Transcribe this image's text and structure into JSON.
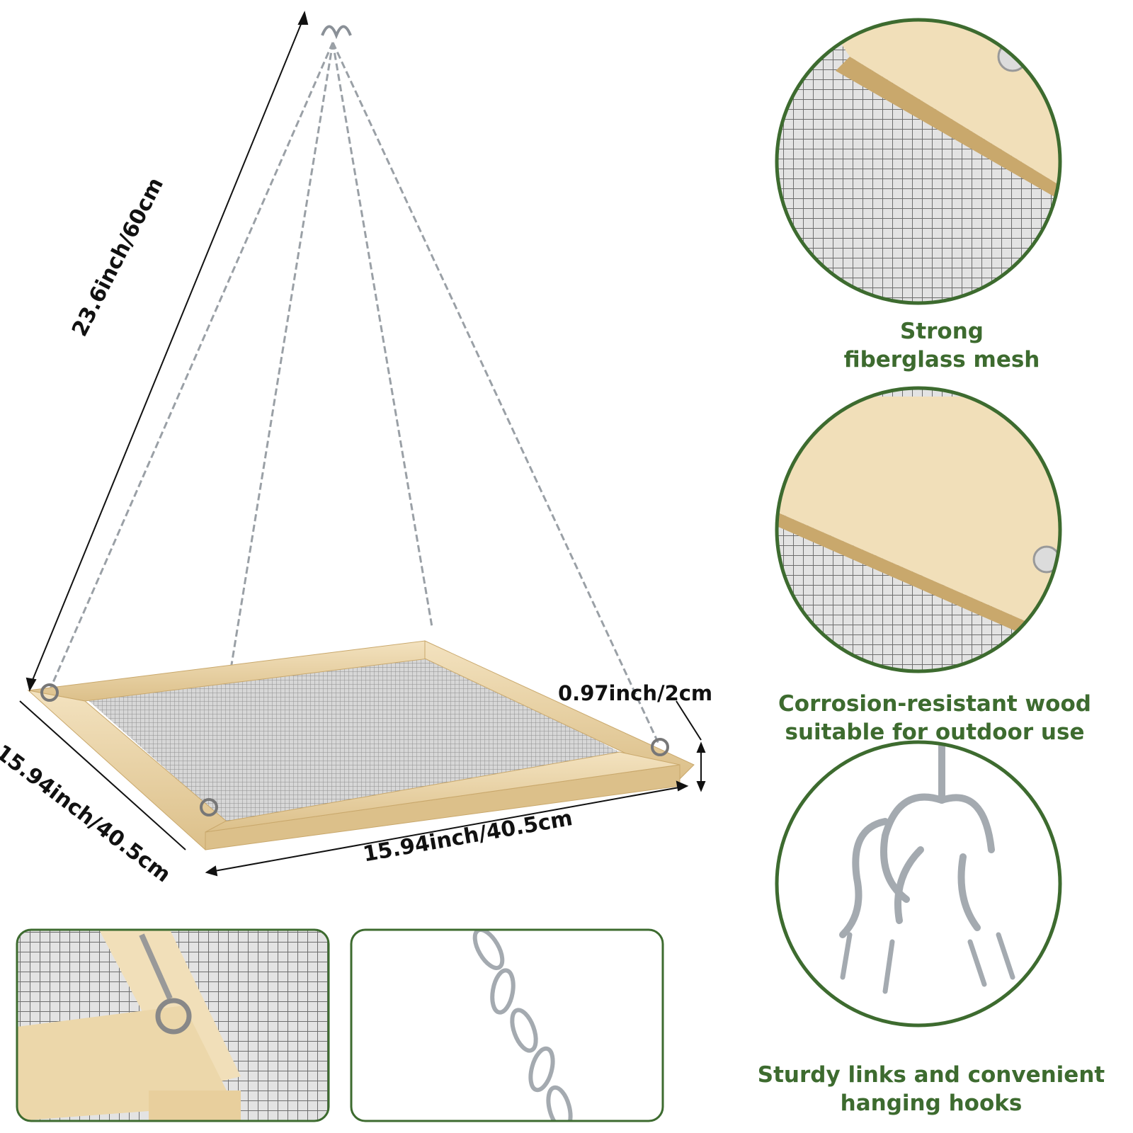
{
  "dimensions": {
    "height": "23.6inch/60cm",
    "thickness": "0.97inch/2cm",
    "width": "15.94inch/40.5cm",
    "depth": "15.94inch/40.5cm"
  },
  "features": [
    {
      "line1": "Strong",
      "line2": "fiberglass mesh",
      "icon": "mesh-closeup"
    },
    {
      "line1": "Corrosion-resistant wood",
      "line2": "suitable for outdoor use",
      "icon": "wood-closeup"
    },
    {
      "line1": "Sturdy links and convenient",
      "line2": "hanging hooks",
      "icon": "hooks-closeup"
    }
  ],
  "colors": {
    "accent_green": "#3d6b2f",
    "wood": "#e9d3a6",
    "wood_dark": "#c9a86c",
    "mesh": "#a8a8a8",
    "chain": "#9aa0a6"
  }
}
